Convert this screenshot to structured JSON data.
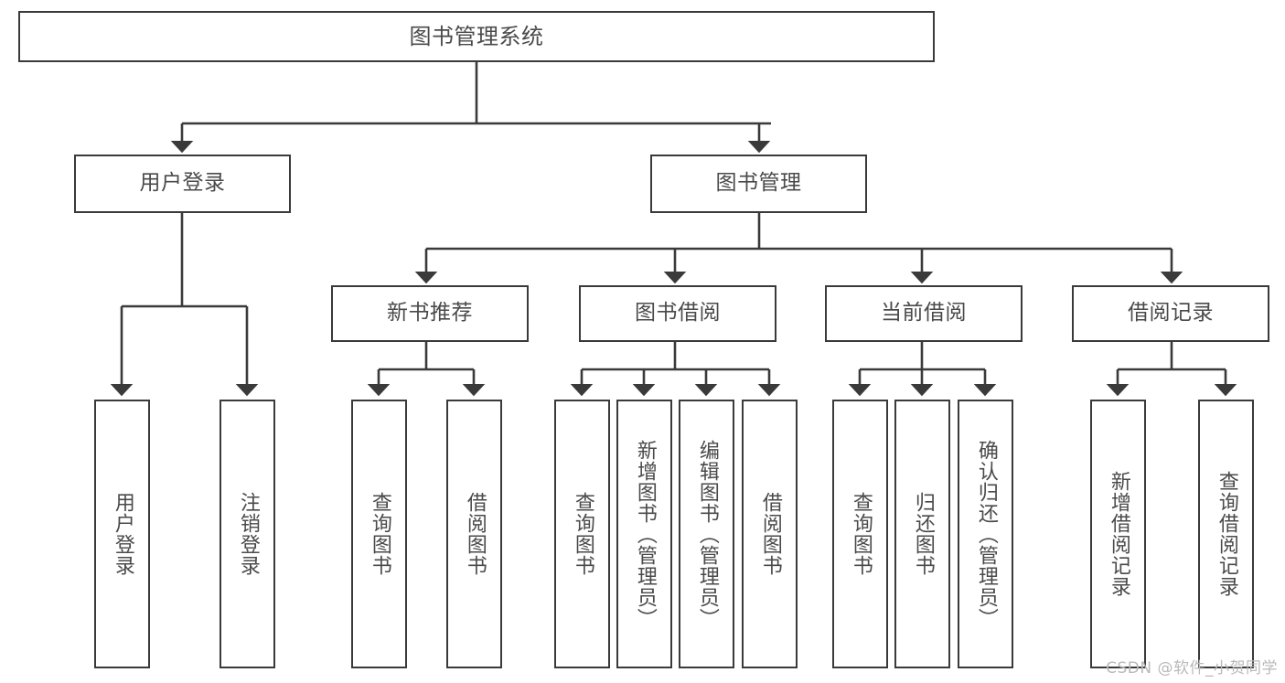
{
  "diagram": {
    "type": "tree",
    "title": "图书管理系统",
    "colors": {
      "box_border": "#3a3a3a",
      "box_fill": "#ffffff",
      "text": "#4a4a4a",
      "connector": "#3a3a3a",
      "watermark": "#b9b9b9",
      "background": "#ffffff"
    },
    "levels": {
      "root": [
        "图书管理系统"
      ],
      "level2": [
        "用户登录",
        "图书管理"
      ],
      "level3": [
        "新书推荐",
        "图书借阅",
        "当前借阅",
        "借阅记录"
      ],
      "leaves": [
        "用户登录",
        "注销登录",
        "查询图书",
        "借阅图书",
        "查询图书",
        "新增图书（管理员）",
        "编辑图书（管理员）",
        "借阅图书",
        "查询图书",
        "归还图书",
        "确认归还（管理员）",
        "新增借阅记录",
        "查询借阅记录"
      ]
    },
    "nodes": {
      "root": {
        "label": "图书管理系统"
      },
      "user_login": {
        "label": "用户登录"
      },
      "book_manage": {
        "label": "图书管理"
      },
      "new_book_rec": {
        "label": "新书推荐"
      },
      "book_borrow": {
        "label": "图书借阅"
      },
      "current_borrow": {
        "label": "当前借阅"
      },
      "borrow_record": {
        "label": "借阅记录"
      },
      "leaf_user_login": {
        "label": "用户登录"
      },
      "leaf_logout": {
        "label": "注销登录"
      },
      "leaf_query_book_1": {
        "label": "查询图书"
      },
      "leaf_borrow_book_1": {
        "label": "借阅图书"
      },
      "leaf_query_book_2": {
        "label": "查询图书"
      },
      "leaf_add_book": {
        "label": "新增图书（管理员）"
      },
      "leaf_edit_book": {
        "label": "编辑图书（管理员）"
      },
      "leaf_borrow_book_2": {
        "label": "借阅图书"
      },
      "leaf_query_book_3": {
        "label": "查询图书"
      },
      "leaf_return_book": {
        "label": "归还图书"
      },
      "leaf_confirm_return": {
        "label": "确认归还（管理员）"
      },
      "leaf_add_record": {
        "label": "新增借阅记录"
      },
      "leaf_query_record": {
        "label": "查询借阅记录"
      }
    },
    "edges": [
      [
        "root",
        "user_login"
      ],
      [
        "root",
        "book_manage"
      ],
      [
        "user_login",
        "leaf_user_login"
      ],
      [
        "user_login",
        "leaf_logout"
      ],
      [
        "book_manage",
        "new_book_rec"
      ],
      [
        "book_manage",
        "book_borrow"
      ],
      [
        "book_manage",
        "current_borrow"
      ],
      [
        "book_manage",
        "borrow_record"
      ],
      [
        "new_book_rec",
        "leaf_query_book_1"
      ],
      [
        "new_book_rec",
        "leaf_borrow_book_1"
      ],
      [
        "book_borrow",
        "leaf_query_book_2"
      ],
      [
        "book_borrow",
        "leaf_add_book"
      ],
      [
        "book_borrow",
        "leaf_edit_book"
      ],
      [
        "book_borrow",
        "leaf_borrow_book_2"
      ],
      [
        "current_borrow",
        "leaf_query_book_3"
      ],
      [
        "current_borrow",
        "leaf_return_book"
      ],
      [
        "current_borrow",
        "leaf_confirm_return"
      ],
      [
        "borrow_record",
        "leaf_add_record"
      ],
      [
        "borrow_record",
        "leaf_query_record"
      ]
    ]
  },
  "watermark": {
    "text": "CSDN @软件_小贺同学"
  }
}
